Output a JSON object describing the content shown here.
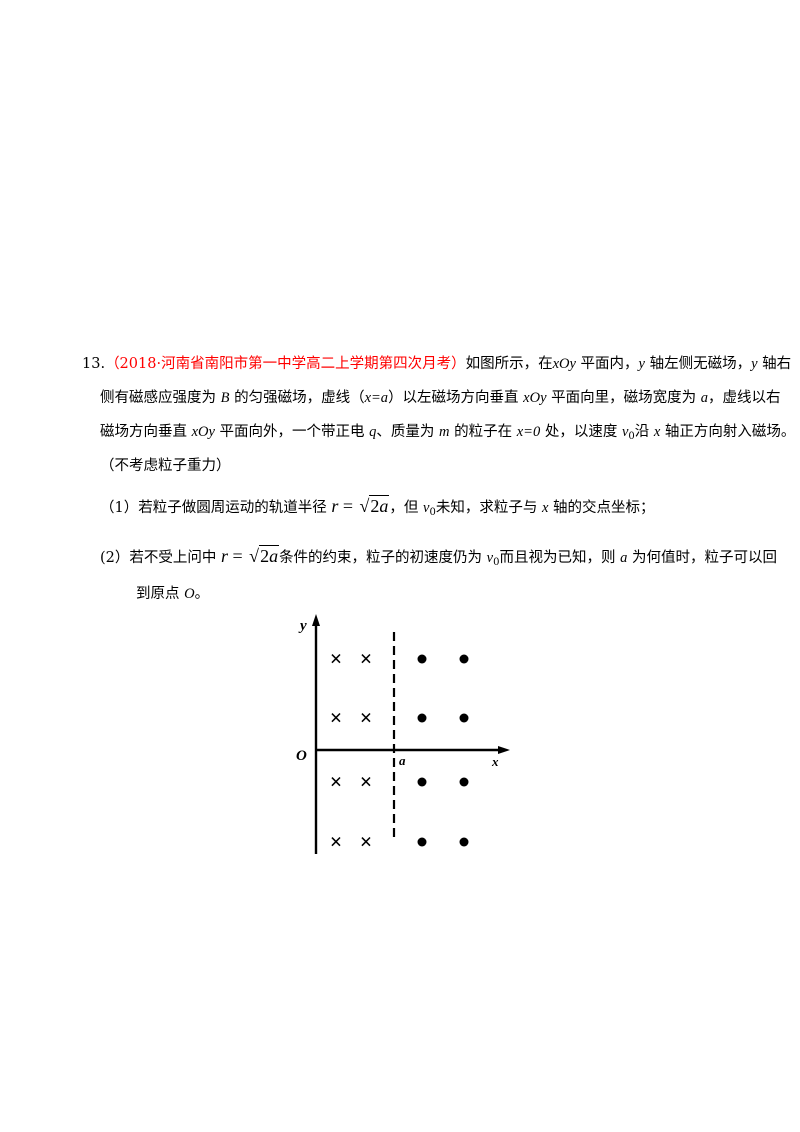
{
  "question": {
    "number": "13.",
    "source": "（2018·河南省南阳市第一中学高二上学期第四次月考）",
    "line1": {
      "t1": "如图所示，在",
      "xOy": "xOy",
      "t2": " 平面内，",
      "y1": "y",
      "t3": " 轴左侧无磁场，",
      "y2": "y",
      "t4": " 轴右"
    },
    "line2": {
      "t1": "侧有磁感应强度为 ",
      "B": "B",
      "t2": " 的匀强磁场，虚线（",
      "xa": "x=a",
      "t3": "）以左磁场方向垂直 ",
      "xOy": "xOy",
      "t4": " 平面向里，磁场宽度为 ",
      "a": "a",
      "t5": "，虚线以右"
    },
    "line3": {
      "t1": "磁场方向垂直 ",
      "xOy": "xOy",
      "t2": " 平面向外，一个带正电 ",
      "q": "q",
      "t3": "、质量为 ",
      "m": "m",
      "t4": " 的粒子在 ",
      "x0": "x=0",
      "t5": " 处，以速度 ",
      "v": "v",
      "sub0": "0",
      "t6": "沿 ",
      "x": "x",
      "t7": " 轴正方向射入磁场。"
    },
    "note": "（不考虑粒子重力）",
    "part1": {
      "label": "（1）若粒子做圆周运动的轨道半径",
      "r": "r",
      "eq": " = ",
      "root": "2",
      "a": "a",
      "t2": "，但 ",
      "v": "v",
      "sub0": "0",
      "t3": "未知，求粒子与 ",
      "x": "x",
      "t4": " 轴的交点坐标；"
    },
    "part2": {
      "label": "(2）若不受上问中",
      "r": "r",
      "eq": " = ",
      "root": "2",
      "a": "a",
      "t2": "条件的约束，粒子的初速度仍为 ",
      "v": "v",
      "sub0": "0",
      "t3": "而且视为已知，则 ",
      "a2": "a",
      "t4": " 为何值时，粒子可以回",
      "line2a": "到原点 ",
      "O": "O",
      "line2b": "。"
    }
  },
  "figure": {
    "y_label": "y",
    "x_label": "x",
    "origin_label": "O",
    "a_label": "a",
    "cross_symbol": "×",
    "dot_symbol": "●",
    "mark_color": "#000000"
  }
}
